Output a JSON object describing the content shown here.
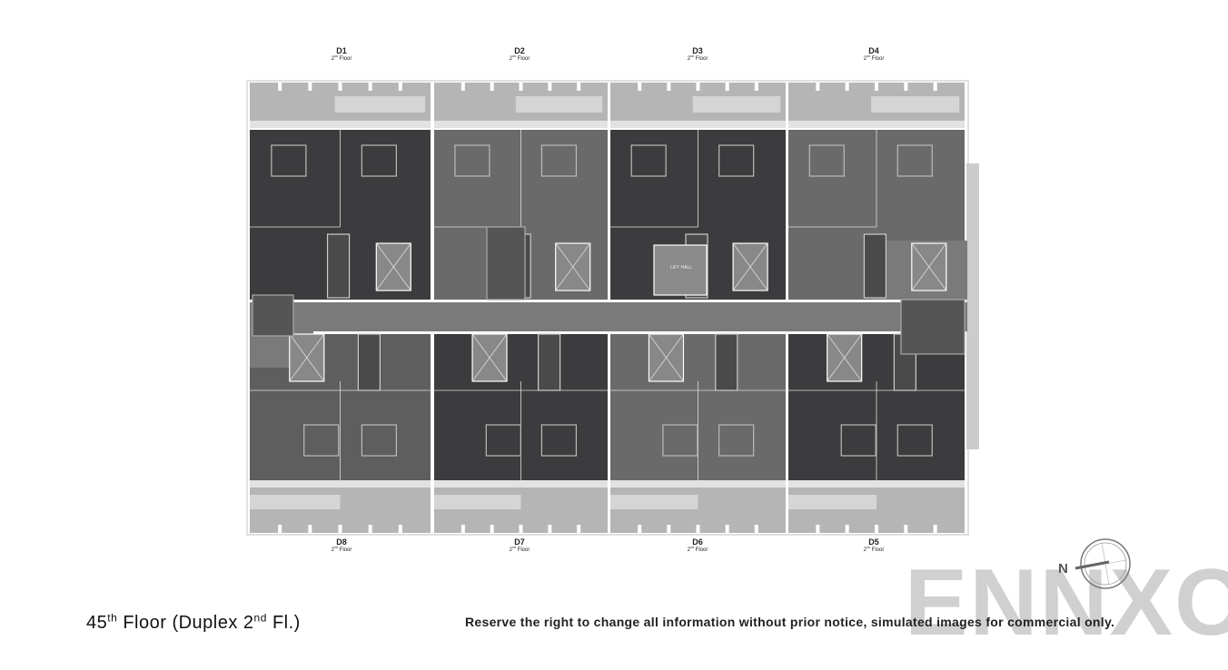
{
  "units_top": [
    {
      "code": "D1",
      "floor_num": "2",
      "floor_sup": "nd",
      "floor_word": "Floor"
    },
    {
      "code": "D2",
      "floor_num": "2",
      "floor_sup": "nd",
      "floor_word": "Floor"
    },
    {
      "code": "D3",
      "floor_num": "2",
      "floor_sup": "nd",
      "floor_word": "Floor"
    },
    {
      "code": "D4",
      "floor_num": "2",
      "floor_sup": "nd",
      "floor_word": "Floor"
    }
  ],
  "units_bottom": [
    {
      "code": "D8",
      "floor_num": "2",
      "floor_sup": "nd",
      "floor_word": "Floor"
    },
    {
      "code": "D7",
      "floor_num": "2",
      "floor_sup": "nd",
      "floor_word": "Floor"
    },
    {
      "code": "D6",
      "floor_num": "2",
      "floor_sup": "nd",
      "floor_word": "Floor"
    },
    {
      "code": "D5",
      "floor_num": "2",
      "floor_sup": "nd",
      "floor_word": "Floor"
    }
  ],
  "lift_hall_label": "LIFT HALL",
  "title": {
    "num": "45",
    "sup1": "th",
    "mid": " Floor (Duplex 2",
    "sup2": "nd",
    "end": " Fl.)"
  },
  "disclaimer": "Reserve the right to change all information without prior notice, simulated images for commercial only.",
  "compass": {
    "label": "N"
  },
  "watermark": "ENNXO",
  "colors": {
    "dark_unit": "#3c3c3e",
    "medium_unit": "#6a6a6a",
    "corridor": "#7a7a7a",
    "balcony": "#b5b5b5",
    "wall": "#ffffff"
  }
}
